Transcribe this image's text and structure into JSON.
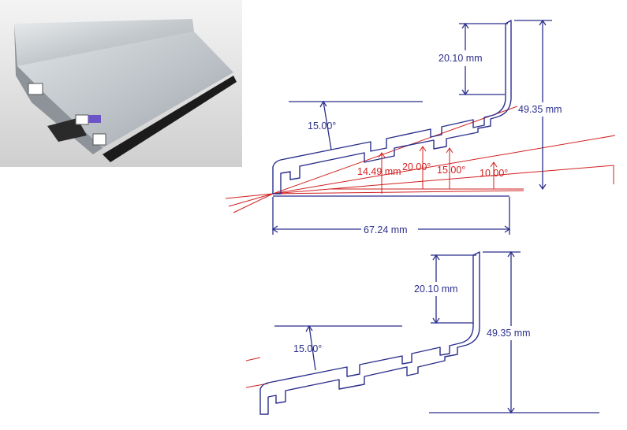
{
  "photo": {
    "subject": "aluminium-profile-with-brush-strip"
  },
  "upper_drawing": {
    "dim_top_height": "20.10 mm",
    "dim_total_height": "49.35 mm",
    "dim_width": "67.24 mm",
    "dim_slope_height": "14.49 mm",
    "angle_profile": "15.00°",
    "angle_a": "20.00°",
    "angle_b": "15.00°",
    "angle_c": "10.00°"
  },
  "lower_drawing": {
    "dim_top_height": "20.10 mm",
    "dim_total_height": "49.35 mm",
    "angle_profile": "15.00°"
  },
  "colors": {
    "dimension": "#2b2f8c",
    "angle": "#d21f1f"
  }
}
